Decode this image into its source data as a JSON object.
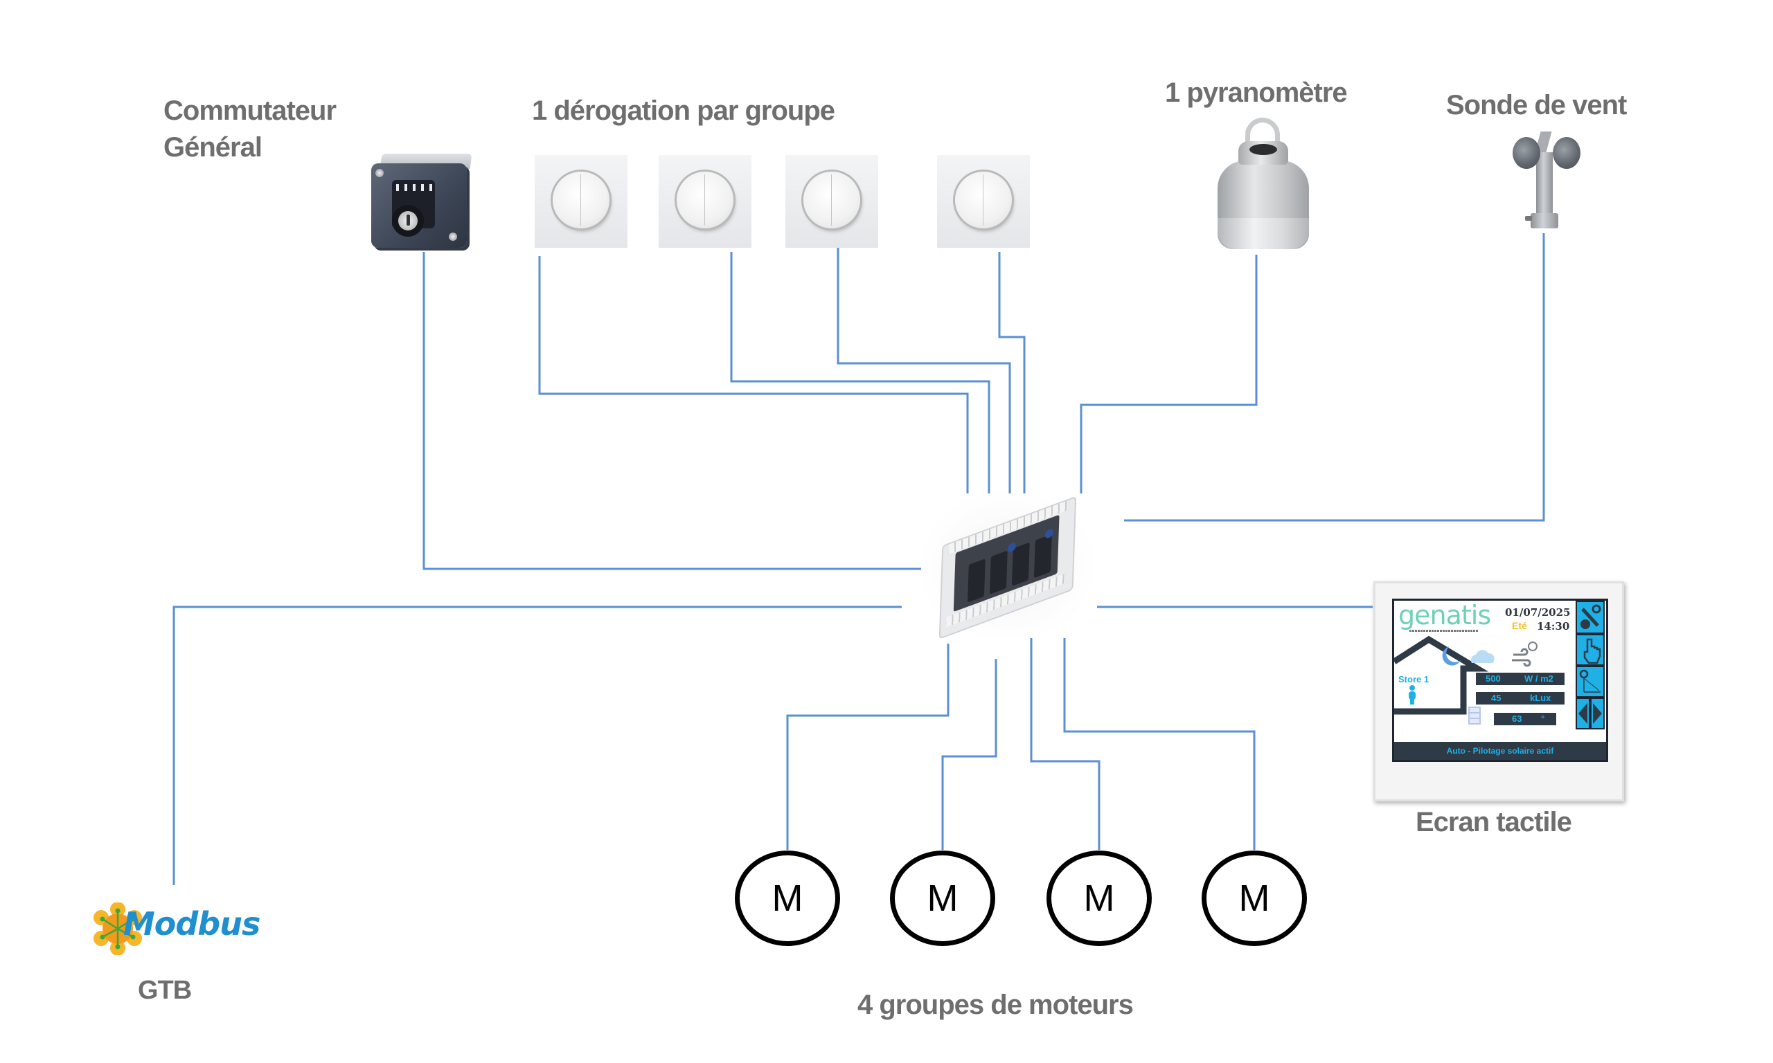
{
  "labels": {
    "general_switch": [
      "Commutateur",
      "Général"
    ],
    "override": "1 dérogation par groupe",
    "pyranometer": "1 pyranomètre",
    "wind_sensor": "Sonde de vent",
    "touchscreen": "Ecran tactile",
    "gtb": "GTB",
    "motor_groups": "4 groupes de moteurs"
  },
  "icons": {
    "general_switch": "key-switch-icon",
    "override_switches": [
      "push-button-switch-icon",
      "push-button-switch-icon",
      "push-button-switch-icon",
      "push-button-switch-icon"
    ],
    "pyranometer": "pyranometer-icon",
    "wind_sensor": "anemometer-icon",
    "controller": "controller-module-icon",
    "bus": "modbus-logo"
  },
  "modbus_logo_text": "Modbus",
  "motors": [
    {
      "symbol": "M"
    },
    {
      "symbol": "M"
    },
    {
      "symbol": "M"
    },
    {
      "symbol": "M"
    }
  ],
  "touchscreen_ui": {
    "brand": "genatis",
    "date": "01/07/2025",
    "season": "Eté",
    "time": "14:30",
    "zone_label": "Store 1",
    "irradiance_value": "500",
    "irradiance_unit": "W / m2",
    "illuminance_value": "45",
    "illuminance_unit": "kLux",
    "angle_value": "63",
    "angle_unit": "°",
    "status": "Auto - Pilotage solaire actif",
    "side_buttons": [
      "settings-tools-icon",
      "manual-hand-icon",
      "sun-angle-icon",
      "prev-next-arrows-icon"
    ],
    "weather_icons": [
      "moon-icon",
      "cloud-icon",
      "wind-timer-icon"
    ]
  },
  "colors": {
    "wire": "#5b8fd4",
    "label_text": "#6e6e6e",
    "screen_accent": "#1fb0e6",
    "screen_dark": "#2e3a46",
    "modbus_blue": "#1f8fd0",
    "modbus_orange": "#f5a623"
  }
}
